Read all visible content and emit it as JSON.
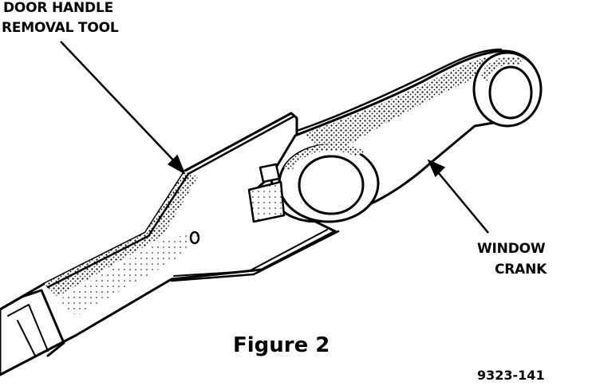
{
  "labels": {
    "tool_line1": "DOOR HANDLE",
    "tool_line2": "REMOVAL TOOL",
    "crank_line1": "WINDOW",
    "crank_line2": "CRANK",
    "caption": "Figure 2",
    "figure_code": "9323-141"
  },
  "colors": {
    "ink": "#000000",
    "paper": "#ffffff",
    "shade": "#b8b8b8"
  }
}
